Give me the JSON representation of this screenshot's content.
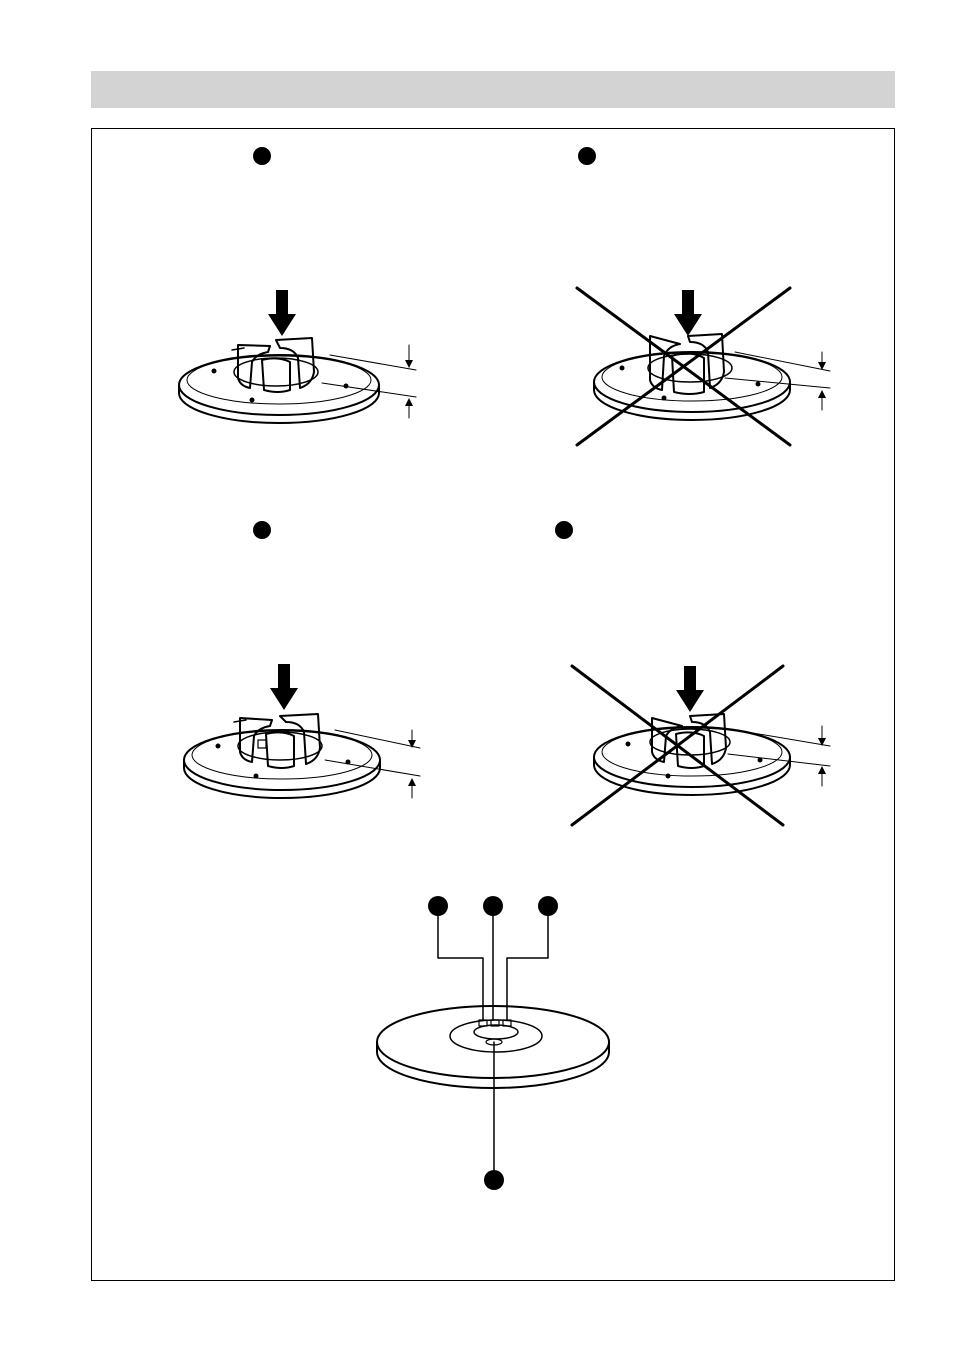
{
  "page": {
    "header": {
      "title": ""
    },
    "colors": {
      "line": "#000000",
      "header_bar": "#d3d3d3",
      "background": "#ffffff"
    }
  },
  "figures": [
    {
      "id": "fig-a",
      "correct": true
    },
    {
      "id": "fig-b",
      "correct": false
    },
    {
      "id": "fig-c",
      "correct": true
    },
    {
      "id": "fig-d",
      "correct": false
    }
  ],
  "disc": {
    "callout_count_top": 3,
    "callout_count_bottom": 1
  }
}
